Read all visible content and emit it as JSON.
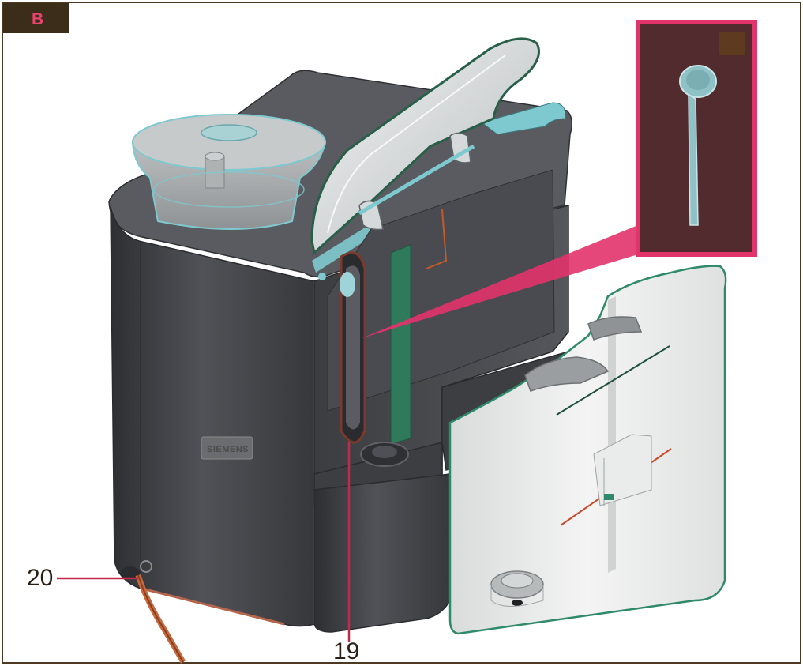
{
  "figure": {
    "badge_label": "B",
    "brand_label": "SIEMENS",
    "callouts": [
      {
        "id": "19",
        "label": "19"
      },
      {
        "id": "20",
        "label": "20"
      }
    ]
  },
  "colors": {
    "frame_border": "#4d3a23",
    "badge_background": "#3b2d1a",
    "badge_text": "#e8436e",
    "machine_body": "#45464a",
    "machine_top": "#5a5b60",
    "water_tank": "#e9ebea",
    "tank_outline": "#2f8a6a",
    "accent_cyan": "#7ec9cf",
    "inset_background": "#512b2d",
    "inset_border": "#e3336b",
    "leader_line": "#c32a4a",
    "callout_text": "#2a1f14"
  },
  "icons": {
    "inset_object": "measuring-spoon-icon",
    "hose": "power-cord-icon"
  }
}
